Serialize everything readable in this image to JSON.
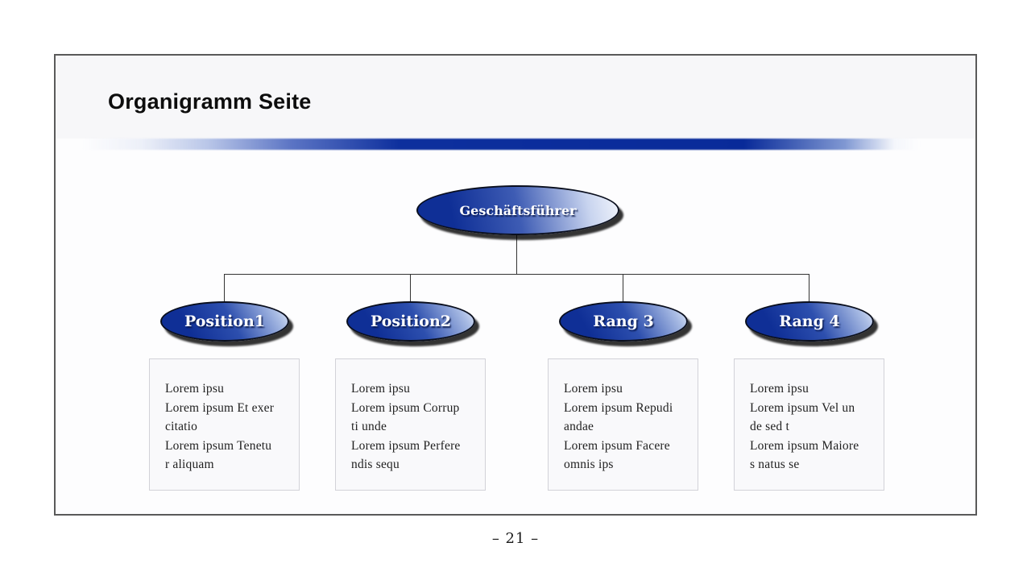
{
  "slide": {
    "title": "Organigramm Seite",
    "page_label": "– 21 –"
  },
  "org_chart": {
    "root": {
      "label": "Geschäftsführer"
    },
    "children": [
      {
        "label": "Position1",
        "note_lines": [
          "Lorem ipsu",
          "Lorem ipsum Et exer",
          "citatio",
          "Lorem ipsum Tenetu",
          "r aliquam"
        ]
      },
      {
        "label": "Position2",
        "note_lines": [
          "Lorem ipsu",
          "Lorem ipsum Corrup",
          "ti unde",
          "Lorem ipsum Perfere",
          "ndis sequ"
        ]
      },
      {
        "label": "Rang 3",
        "note_lines": [
          "Lorem ipsu",
          "Lorem ipsum Repudi",
          "andae",
          "Lorem ipsum Facere",
          "omnis ips"
        ]
      },
      {
        "label": "Rang 4",
        "note_lines": [
          "Lorem ipsu",
          "Lorem ipsum Vel un",
          "de sed t",
          "Lorem ipsum Maiore",
          "s natus se"
        ]
      }
    ]
  },
  "colors": {
    "accent_dark_blue": "#0b2f9d",
    "accent_light_blue": "#b9c6e8",
    "node_fill_dark": "#0f2f96",
    "node_border": "#0a0f1e",
    "slide_border": "#5a5a5a",
    "header_band": "#f7f7f9",
    "note_box_fill": "#f9f9fb"
  }
}
